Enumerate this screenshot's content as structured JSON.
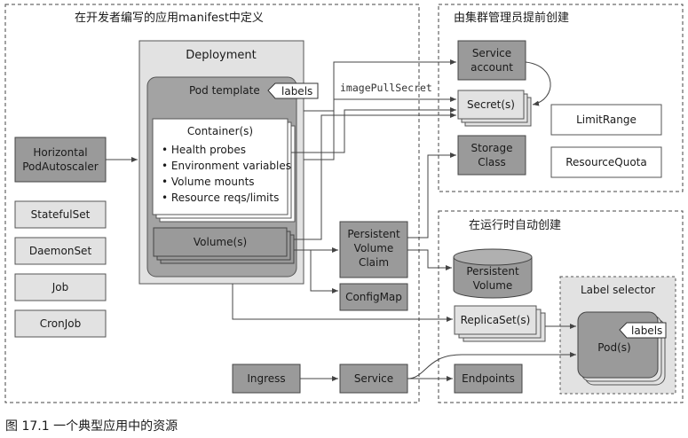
{
  "regions": {
    "app_manifest": "在开发者编写的应用manifest中定义",
    "cluster_admin": "由集群管理员提前创建",
    "runtime": "在运行时自动创建"
  },
  "deployment": "Deployment",
  "pod_template": "Pod template",
  "labels": "labels",
  "container": {
    "title": "Container(s)",
    "items": [
      "• Health probes",
      "• Environment variables",
      "• Volume mounts",
      "• Resource reqs/limits"
    ]
  },
  "volumes": "Volume(s)",
  "hpa": [
    "Horizontal",
    "PodAutoscaler"
  ],
  "statefulset": "StatefulSet",
  "daemonset": "DaemonSet",
  "job": "Job",
  "cronjob": "CronJob",
  "image_pull_secret": "imagePullSecret",
  "service_account": [
    "Service",
    "account"
  ],
  "secrets": "Secret(s)",
  "limit_range": "LimitRange",
  "resource_quota": "ResourceQuota",
  "storage_class": [
    "Storage",
    "Class"
  ],
  "pvc": [
    "Persistent",
    "Volume",
    "Claim"
  ],
  "configmap": "ConfigMap",
  "pv": [
    "Persistent",
    "Volume"
  ],
  "replicasets": "ReplicaSet(s)",
  "label_selector": "Label selector",
  "pods": "Pod(s)",
  "pod_labels": "labels",
  "ingress": "Ingress",
  "service": "Service",
  "endpoints": "Endpoints",
  "caption": "图 17.1   一个典型应用中的资源",
  "colors": {
    "gray_box": "#9a9a9a",
    "light_box": "#e2e2e2",
    "line": "#444444"
  }
}
